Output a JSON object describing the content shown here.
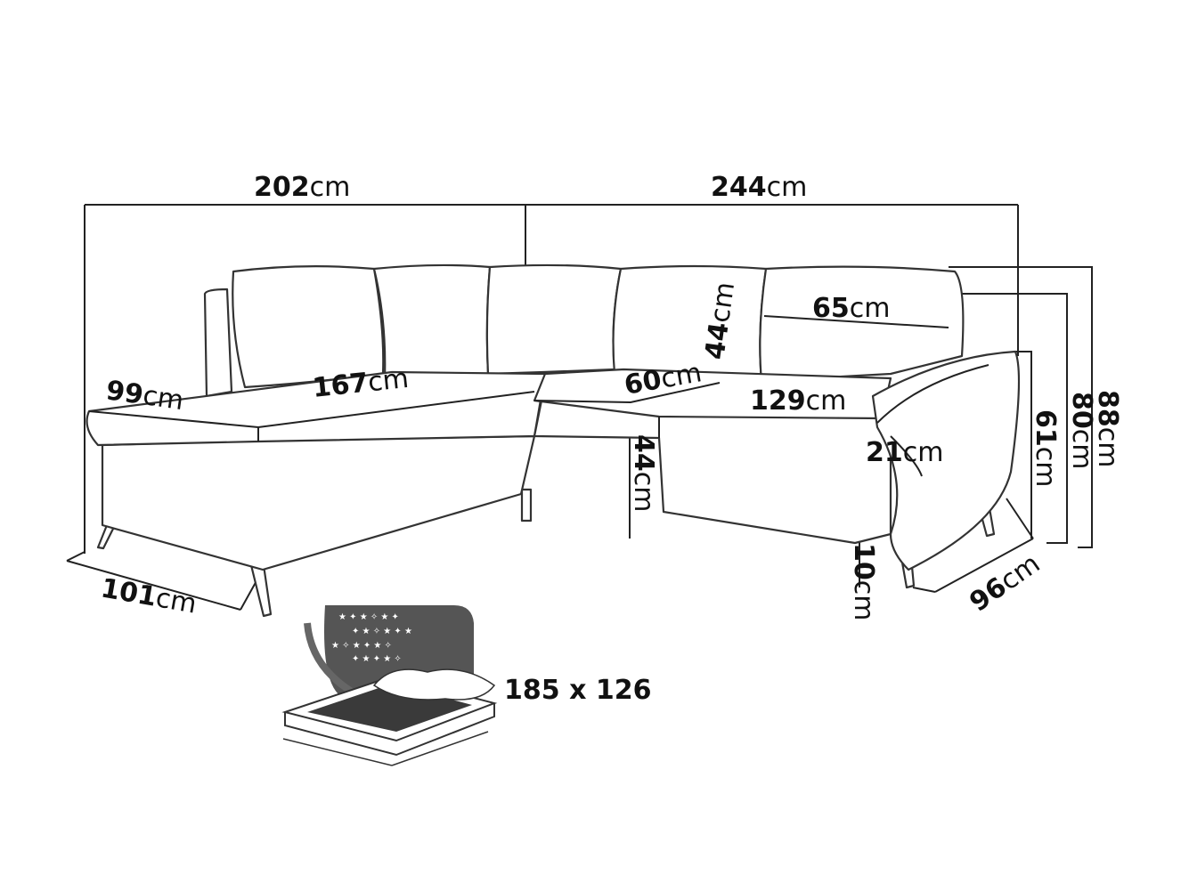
{
  "title": "Corner sofa dimensions",
  "dimensions": {
    "total_left_width": {
      "value": "202",
      "unit": "cm"
    },
    "total_right_width": {
      "value": "244",
      "unit": "cm"
    },
    "chaise_seat_depth": {
      "value": "99",
      "unit": "cm"
    },
    "chaise_seat_length": {
      "value": "167",
      "unit": "cm"
    },
    "corner_seat": {
      "value": "60",
      "unit": "cm"
    },
    "backrest_height": {
      "value": "44",
      "unit": "cm"
    },
    "headrest_width": {
      "value": "65",
      "unit": "cm"
    },
    "right_seat_length": {
      "value": "129",
      "unit": "cm"
    },
    "seat_height": {
      "value": "44",
      "unit": "cm"
    },
    "armrest_width": {
      "value": "21",
      "unit": "cm"
    },
    "armrest_height": {
      "value": "61",
      "unit": "cm"
    },
    "back_height": {
      "value": "80",
      "unit": "cm"
    },
    "total_height": {
      "value": "88",
      "unit": "cm"
    },
    "leg_height": {
      "value": "10",
      "unit": "cm"
    },
    "right_depth": {
      "value": "96",
      "unit": "cm"
    },
    "chaise_depth": {
      "value": "101",
      "unit": "cm"
    }
  },
  "bed": {
    "icon": "sleeping-bed-icon",
    "size": "185 x 126"
  }
}
